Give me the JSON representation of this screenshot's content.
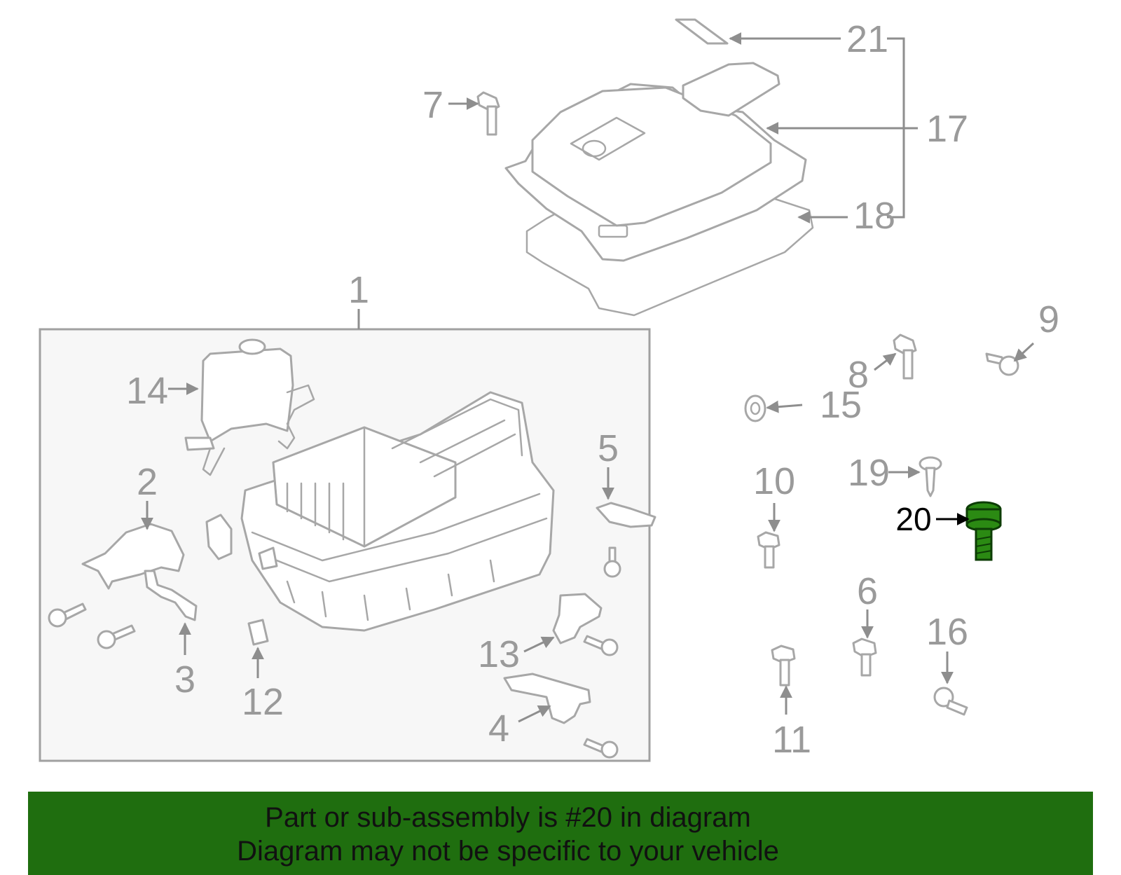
{
  "colors": {
    "banner": "#1f6e0f",
    "highlight_part": "#2b8a13",
    "line_art": "#a7a7a7",
    "callout_text": "#9a9a9a",
    "highlight_text": "#000000"
  },
  "callouts": {
    "c1": "1",
    "c2": "2",
    "c3": "3",
    "c4": "4",
    "c5": "5",
    "c6": "6",
    "c7": "7",
    "c8": "8",
    "c9": "9",
    "c10": "10",
    "c11": "11",
    "c12": "12",
    "c13": "13",
    "c14": "14",
    "c15": "15",
    "c16": "16",
    "c17": "17",
    "c18": "18",
    "c19": "19",
    "c20": "20",
    "c21": "21"
  },
  "highlighted_part": "20",
  "banner": {
    "line1": "Part or sub-assembly is #20 in diagram",
    "line2": "Diagram may not be specific to your vehicle"
  }
}
